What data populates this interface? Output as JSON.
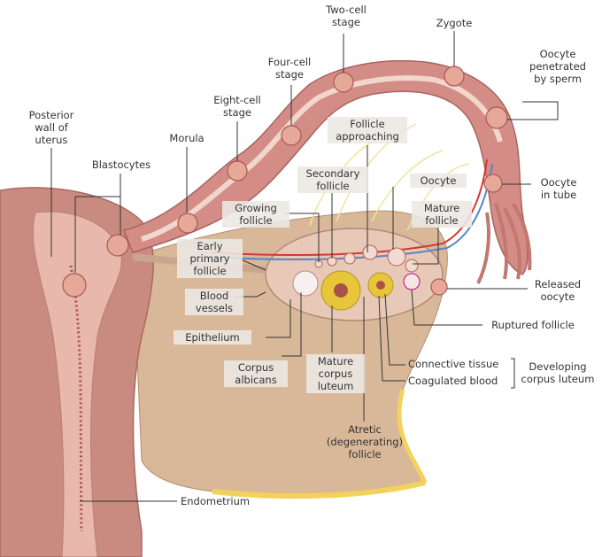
{
  "labels": {
    "two_cell": "Two-cell\nstage",
    "zygote": "Zygote",
    "four_cell": "Four-cell\nstage",
    "oocyte_penetrated": "Oocyte\npenetrated\nby sperm",
    "eight_cell": "Eight-cell\nstage",
    "posterior_wall": "Posterior\nwall of\nuterus",
    "morula": "Morula",
    "follicle_approaching": "Follicle\napproaching",
    "blastocytes": "Blastocytes",
    "secondary_follicle": "Secondary\nfollicle",
    "oocyte": "Oocyte",
    "oocyte_in_tube": "Oocyte\nin tube",
    "growing_follicle": "Growing\nfollicle",
    "mature_follicle": "Mature\nfollicle",
    "early_primary": "Early\nprimary\nfollicle",
    "released_oocyte": "Released\noocyte",
    "blood_vessels": "Blood\nvessels",
    "ruptured_follicle": "Ruptured follicle",
    "epithelium": "Epithelium",
    "corpus_albicans": "Corpus\nalbicans",
    "mature_corpus_luteum": "Mature\ncorpus\nluteum",
    "connective_tissue": "Connective tissue",
    "coagulated_blood": "Coagulated blood",
    "developing_corpus_luteum": "Developing\ncorpus luteum",
    "atretic_follicle": "Atretic\n(degenerating)\nfollicle",
    "endometrium": "Endometrium"
  },
  "colors": {
    "uterine_wall": "#c98a80",
    "tube_outer": "#d48c86",
    "tube_inner": "#f1d6cc",
    "ovary": "#e8c8b6",
    "broad_ligament": "#d6b496",
    "fat_border": "#f2d25c",
    "blood_vessel_red": "#d03a34",
    "blood_vessel_blue": "#5a86c4",
    "corpus_luteum": "#e7c63a",
    "leader_line": "#333333"
  }
}
